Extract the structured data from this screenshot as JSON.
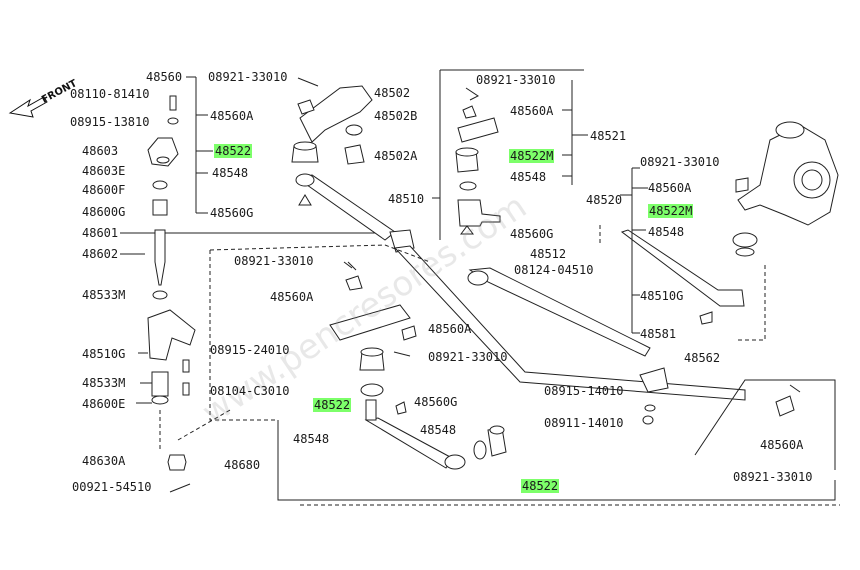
{
  "front_label": "FRONT",
  "watermark": "www.pencresores.com",
  "highlight_color": "#7dff6a",
  "labels": [
    {
      "id": "p48560_top",
      "text": "48560",
      "hl": false
    },
    {
      "id": "p08921_top1",
      "text": "08921-33010",
      "hl": false
    },
    {
      "id": "p08110",
      "text": "08110-81410",
      "hl": false
    },
    {
      "id": "p48502",
      "text": "48502",
      "hl": false
    },
    {
      "id": "p48560A_1",
      "text": "48560A",
      "hl": false
    },
    {
      "id": "p48502B",
      "text": "48502B",
      "hl": false
    },
    {
      "id": "p08915_13810",
      "text": "08915-13810",
      "hl": false
    },
    {
      "id": "p48603",
      "text": "48603",
      "hl": false
    },
    {
      "id": "p48522_a",
      "text": "48522",
      "hl": true
    },
    {
      "id": "p48502A",
      "text": "48502A",
      "hl": false
    },
    {
      "id": "p48603E",
      "text": "48603E",
      "hl": false
    },
    {
      "id": "p48548_1",
      "text": "48548",
      "hl": false
    },
    {
      "id": "p48600F",
      "text": "48600F",
      "hl": false
    },
    {
      "id": "p48600G",
      "text": "48600G",
      "hl": false
    },
    {
      "id": "p48560G_1",
      "text": "48560G",
      "hl": false
    },
    {
      "id": "p48601",
      "text": "48601",
      "hl": false
    },
    {
      "id": "p48602",
      "text": "48602",
      "hl": false
    },
    {
      "id": "p08921_b",
      "text": "08921-33010",
      "hl": false
    },
    {
      "id": "p48560A_2",
      "text": "48560A",
      "hl": false
    },
    {
      "id": "p48533M",
      "text": "48533M",
      "hl": false
    },
    {
      "id": "p48560A_3",
      "text": "48560A",
      "hl": false
    },
    {
      "id": "p48510G_1",
      "text": "48510G",
      "hl": false
    },
    {
      "id": "p08915_24010",
      "text": "08915-24010",
      "hl": false
    },
    {
      "id": "p08921_c",
      "text": "08921-33010",
      "hl": false
    },
    {
      "id": "p48533M_2",
      "text": "48533M",
      "hl": false
    },
    {
      "id": "p08104",
      "text": "08104-C3010",
      "hl": false
    },
    {
      "id": "p48600E",
      "text": "48600E",
      "hl": false
    },
    {
      "id": "p48522_b",
      "text": "48522",
      "hl": true
    },
    {
      "id": "p48560G_2",
      "text": "48560G",
      "hl": false
    },
    {
      "id": "p48548_2",
      "text": "48548",
      "hl": false
    },
    {
      "id": "p48548_3",
      "text": "48548",
      "hl": false
    },
    {
      "id": "p48630A",
      "text": "48630A",
      "hl": false
    },
    {
      "id": "p48680",
      "text": "48680",
      "hl": false
    },
    {
      "id": "p00921",
      "text": "00921-54510",
      "hl": false
    },
    {
      "id": "p48522_c",
      "text": "48522",
      "hl": true
    },
    {
      "id": "p08921_r1",
      "text": "08921-33010",
      "hl": false
    },
    {
      "id": "p48560A_r1",
      "text": "48560A",
      "hl": false
    },
    {
      "id": "p48521",
      "text": "48521",
      "hl": false
    },
    {
      "id": "p48522M_1",
      "text": "48522M",
      "hl": true
    },
    {
      "id": "p48548_r1",
      "text": "48548",
      "hl": false
    },
    {
      "id": "p48510",
      "text": "48510",
      "hl": false
    },
    {
      "id": "p48560G_r",
      "text": "48560G",
      "hl": false
    },
    {
      "id": "p48512",
      "text": "48512",
      "hl": false
    },
    {
      "id": "p08124",
      "text": "08124-04510",
      "hl": false
    },
    {
      "id": "p08921_r2",
      "text": "08921-33010",
      "hl": false
    },
    {
      "id": "p48560A_r2",
      "text": "48560A",
      "hl": false
    },
    {
      "id": "p48520",
      "text": "48520",
      "hl": false
    },
    {
      "id": "p48522M_2",
      "text": "48522M",
      "hl": true
    },
    {
      "id": "p48548_r2",
      "text": "48548",
      "hl": false
    },
    {
      "id": "p48510G_2",
      "text": "48510G",
      "hl": false
    },
    {
      "id": "p48581",
      "text": "48581",
      "hl": false
    },
    {
      "id": "p48562",
      "text": "48562",
      "hl": false
    },
    {
      "id": "p08915_14010",
      "text": "08915-14010",
      "hl": false
    },
    {
      "id": "p08911",
      "text": "08911-14010",
      "hl": false
    },
    {
      "id": "p48560A_r3",
      "text": "48560A",
      "hl": false
    },
    {
      "id": "p08921_r3",
      "text": "08921-33010",
      "hl": false
    }
  ]
}
